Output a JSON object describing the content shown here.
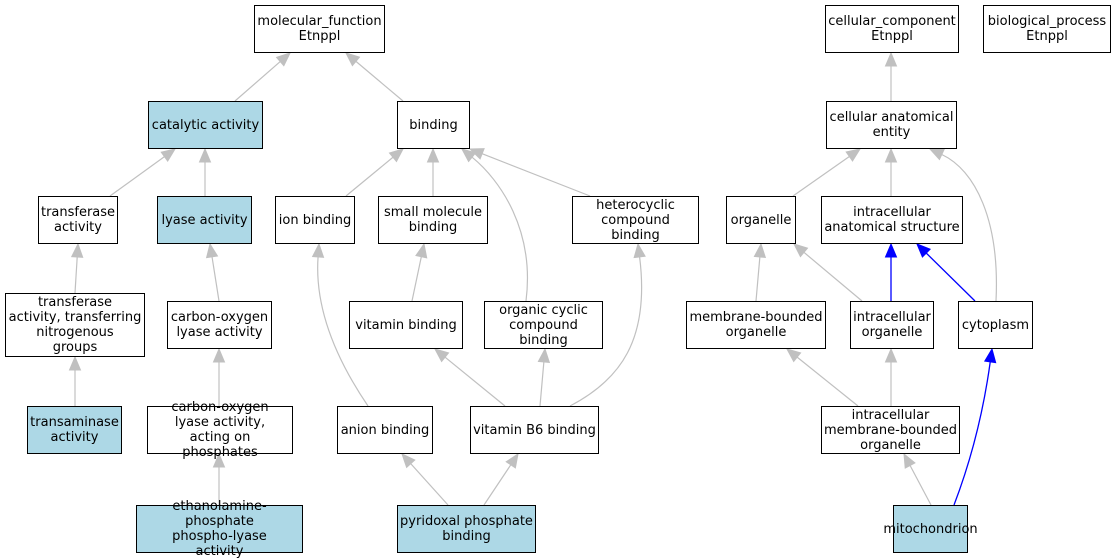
{
  "colors": {
    "highlight": "#add8e6",
    "node_bg": "#ffffff",
    "edge": "#c0c0c0",
    "edge_highlight": "#0000ff",
    "border": "#000000"
  },
  "nodes": [
    {
      "id": "molecular_function",
      "label": "molecular_function\nEtnppl",
      "highlight": false
    },
    {
      "id": "cellular_component",
      "label": "cellular_component\nEtnppl",
      "highlight": false
    },
    {
      "id": "biological_process",
      "label": "biological_process\nEtnppl",
      "highlight": false
    },
    {
      "id": "catalytic_activity",
      "label": "catalytic activity",
      "highlight": true
    },
    {
      "id": "binding",
      "label": "binding",
      "highlight": false
    },
    {
      "id": "cellular_anatomical_entity",
      "label": "cellular anatomical\nentity",
      "highlight": false
    },
    {
      "id": "transferase_activity",
      "label": "transferase\nactivity",
      "highlight": false
    },
    {
      "id": "lyase_activity",
      "label": "lyase activity",
      "highlight": true
    },
    {
      "id": "ion_binding",
      "label": "ion binding",
      "highlight": false
    },
    {
      "id": "small_molecule_binding",
      "label": "small molecule\nbinding",
      "highlight": false
    },
    {
      "id": "heterocyclic_compound_binding",
      "label": "heterocyclic\ncompound binding",
      "highlight": false
    },
    {
      "id": "organelle",
      "label": "organelle",
      "highlight": false
    },
    {
      "id": "intracellular_anatomical_structure",
      "label": "intracellular\nanatomical structure",
      "highlight": false
    },
    {
      "id": "transferase_nitrogenous",
      "label": "transferase\nactivity, transferring\nnitrogenous\ngroups",
      "highlight": false
    },
    {
      "id": "carbon_oxygen_lyase",
      "label": "carbon-oxygen\nlyase activity",
      "highlight": false
    },
    {
      "id": "vitamin_binding",
      "label": "vitamin binding",
      "highlight": false
    },
    {
      "id": "organic_cyclic_compound_binding",
      "label": "organic cyclic\ncompound binding",
      "highlight": false
    },
    {
      "id": "membrane_bounded_organelle",
      "label": "membrane-bounded\norganelle",
      "highlight": false
    },
    {
      "id": "intracellular_organelle",
      "label": "intracellular\norganelle",
      "highlight": false
    },
    {
      "id": "cytoplasm",
      "label": "cytoplasm",
      "highlight": false
    },
    {
      "id": "transaminase_activity",
      "label": "transaminase\nactivity",
      "highlight": true
    },
    {
      "id": "carbon_oxygen_lyase_phosphates",
      "label": "carbon-oxygen\nlyase activity,\nacting on phosphates",
      "highlight": false
    },
    {
      "id": "anion_binding",
      "label": "anion binding",
      "highlight": false
    },
    {
      "id": "vitamin_b6_binding",
      "label": "vitamin B6 binding",
      "highlight": false
    },
    {
      "id": "intracellular_membrane_bounded_organelle",
      "label": "intracellular\nmembrane-bounded\norganelle",
      "highlight": false
    },
    {
      "id": "ethanolamine_phosphate_phospho_lyase",
      "label": "ethanolamine-phosphate\nphospho-lyase\nactivity",
      "highlight": true
    },
    {
      "id": "pyridoxal_phosphate_binding",
      "label": "pyridoxal phosphate\nbinding",
      "highlight": true
    },
    {
      "id": "mitochondrion",
      "label": "mitochondrion",
      "highlight": true
    }
  ],
  "edges": [
    {
      "from": "catalytic_activity",
      "to": "molecular_function",
      "highlight": false
    },
    {
      "from": "binding",
      "to": "molecular_function",
      "highlight": false
    },
    {
      "from": "cellular_anatomical_entity",
      "to": "cellular_component",
      "highlight": false
    },
    {
      "from": "transferase_activity",
      "to": "catalytic_activity",
      "highlight": false
    },
    {
      "from": "lyase_activity",
      "to": "catalytic_activity",
      "highlight": false
    },
    {
      "from": "ion_binding",
      "to": "binding",
      "highlight": false
    },
    {
      "from": "small_molecule_binding",
      "to": "binding",
      "highlight": false
    },
    {
      "from": "organic_cyclic_compound_binding",
      "to": "binding",
      "highlight": false
    },
    {
      "from": "heterocyclic_compound_binding",
      "to": "binding",
      "highlight": false
    },
    {
      "from": "organelle",
      "to": "cellular_anatomical_entity",
      "highlight": false
    },
    {
      "from": "intracellular_anatomical_structure",
      "to": "cellular_anatomical_entity",
      "highlight": false
    },
    {
      "from": "cytoplasm",
      "to": "cellular_anatomical_entity",
      "highlight": false
    },
    {
      "from": "transferase_nitrogenous",
      "to": "transferase_activity",
      "highlight": false
    },
    {
      "from": "carbon_oxygen_lyase",
      "to": "lyase_activity",
      "highlight": false
    },
    {
      "from": "vitamin_binding",
      "to": "small_molecule_binding",
      "highlight": false
    },
    {
      "from": "anion_binding",
      "to": "ion_binding",
      "highlight": false
    },
    {
      "from": "vitamin_b6_binding",
      "to": "heterocyclic_compound_binding",
      "highlight": false
    },
    {
      "from": "membrane_bounded_organelle",
      "to": "organelle",
      "highlight": false
    },
    {
      "from": "intracellular_organelle",
      "to": "organelle",
      "highlight": false
    },
    {
      "from": "intracellular_organelle",
      "to": "intracellular_anatomical_structure",
      "highlight": true
    },
    {
      "from": "cytoplasm",
      "to": "intracellular_anatomical_structure",
      "highlight": true
    },
    {
      "from": "transaminase_activity",
      "to": "transferase_nitrogenous",
      "highlight": false
    },
    {
      "from": "carbon_oxygen_lyase_phosphates",
      "to": "carbon_oxygen_lyase",
      "highlight": false
    },
    {
      "from": "vitamin_b6_binding",
      "to": "vitamin_binding",
      "highlight": false
    },
    {
      "from": "vitamin_b6_binding",
      "to": "organic_cyclic_compound_binding",
      "highlight": false
    },
    {
      "from": "intracellular_membrane_bounded_organelle",
      "to": "membrane_bounded_organelle",
      "highlight": false
    },
    {
      "from": "intracellular_membrane_bounded_organelle",
      "to": "intracellular_organelle",
      "highlight": false
    },
    {
      "from": "ethanolamine_phosphate_phospho_lyase",
      "to": "carbon_oxygen_lyase_phosphates",
      "highlight": false
    },
    {
      "from": "pyridoxal_phosphate_binding",
      "to": "anion_binding",
      "highlight": false
    },
    {
      "from": "pyridoxal_phosphate_binding",
      "to": "vitamin_b6_binding",
      "highlight": false
    },
    {
      "from": "mitochondrion",
      "to": "intracellular_membrane_bounded_organelle",
      "highlight": false
    },
    {
      "from": "mitochondrion",
      "to": "cytoplasm",
      "highlight": true
    }
  ]
}
